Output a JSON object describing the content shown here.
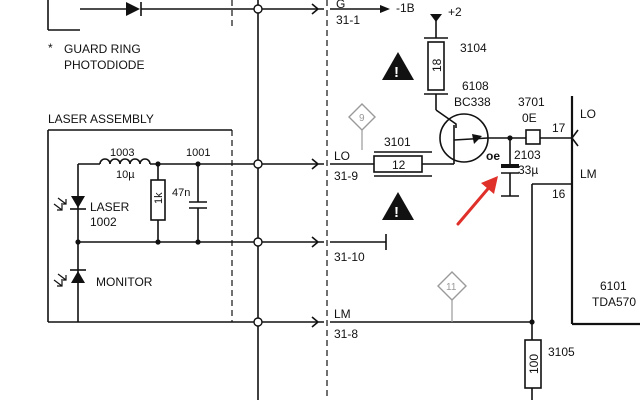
{
  "top": {
    "g_label": "G",
    "pin_31_1": "31-1",
    "minus_1b": "-1B",
    "plus_2": "+2"
  },
  "legend": {
    "star": "*",
    "line1": "GUARD RING",
    "line2": "PHOTODIODE"
  },
  "laser_assembly": {
    "title": "LASER ASSEMBLY",
    "inductor_ref": "1003",
    "inductor_val": "10µ",
    "cap_ref": "1001",
    "cap_val": "47n",
    "res_val": "1k",
    "laser_label": "LASER",
    "laser_ref": "1002",
    "monitor_label": "MONITOR"
  },
  "connector": {
    "lo": "LO",
    "pin_31_9": "31-9",
    "pin_31_10": "31-10",
    "lm": "LM",
    "pin_31_8": "31-8"
  },
  "components": {
    "r3101_ref": "3101",
    "r3101_val": "12",
    "r3104_ref": "3104",
    "r3104_val": "18",
    "t6108_ref": "6108",
    "t6108_type": "BC338",
    "r3701_ref": "3701",
    "r3701_val": "0E",
    "c2103_ref": "2103",
    "c2103_val": "33µ",
    "c2103_mark": "oe",
    "r3105_ref": "3105",
    "r3105_val": "100"
  },
  "markers": {
    "diamond_9": "9",
    "diamond_11": "11",
    "warning_glyph": "!"
  },
  "ic": {
    "pin17": "17",
    "pin16": "16",
    "lo": "LO",
    "lm": "LM",
    "ref": "6101",
    "type": "TDA570"
  },
  "colors": {
    "ink": "#111111",
    "marker_gray": "#9a9a9a",
    "arrow_red": "#e0302a"
  }
}
